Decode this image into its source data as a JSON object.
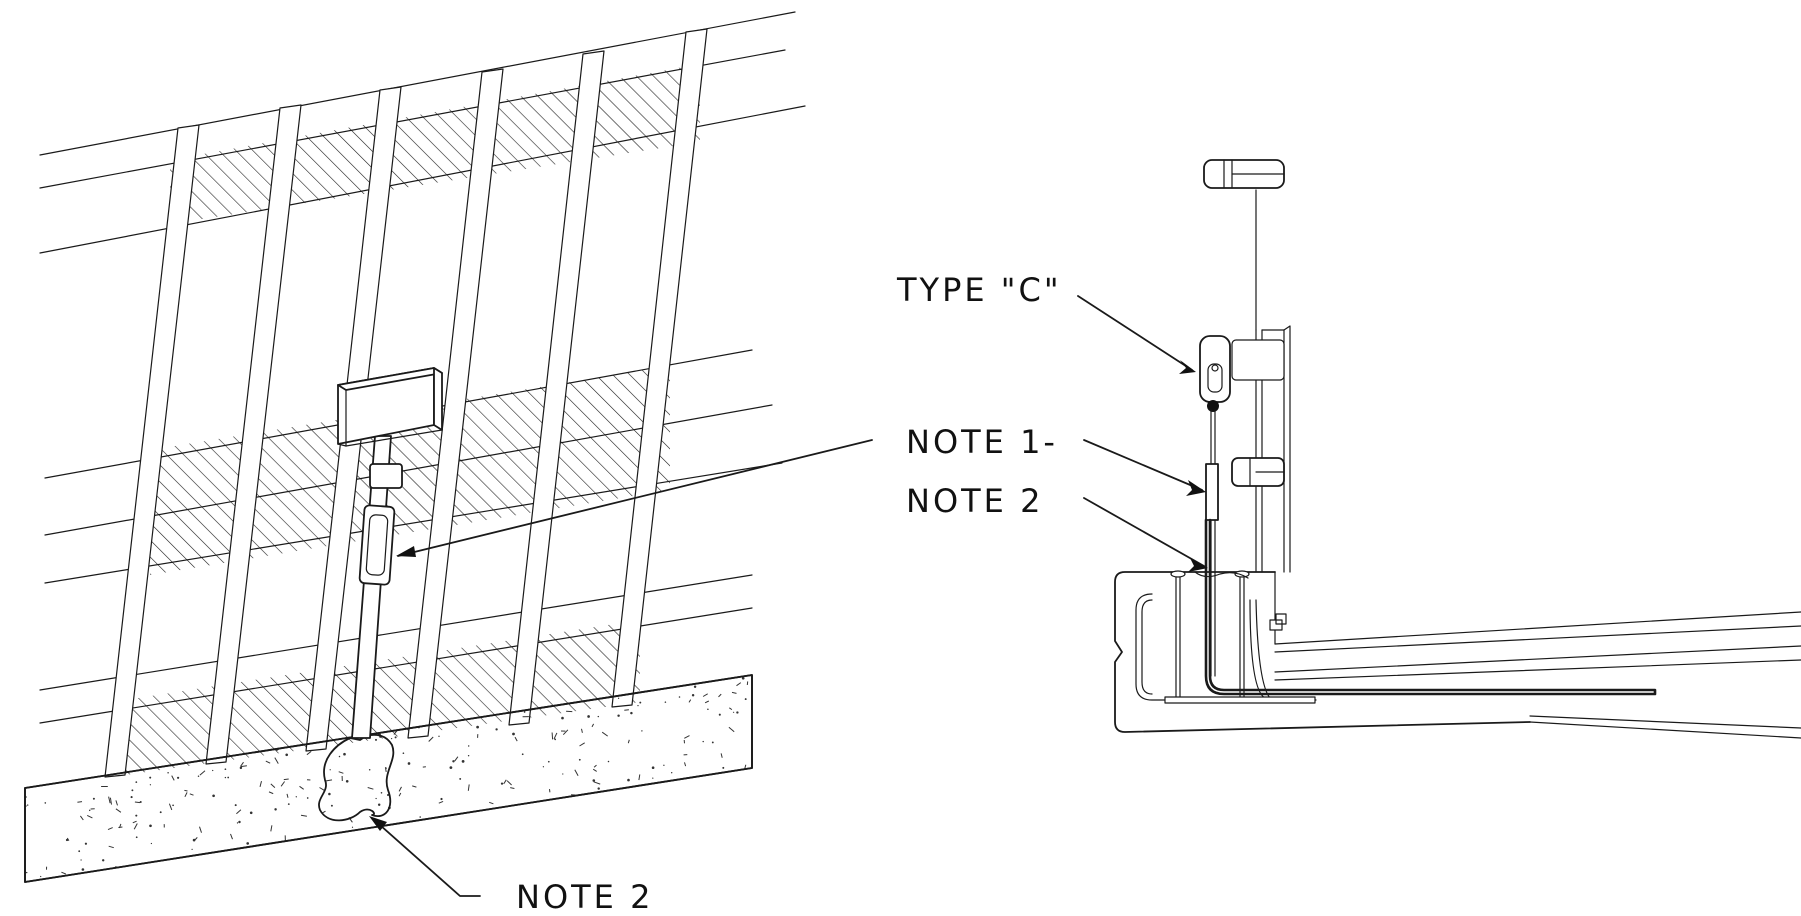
{
  "labels": {
    "type_c": "TYPE \"C\"",
    "note1": "NOTE 1-",
    "note2_right": "NOTE 2",
    "note2_left": "NOTE 2"
  }
}
